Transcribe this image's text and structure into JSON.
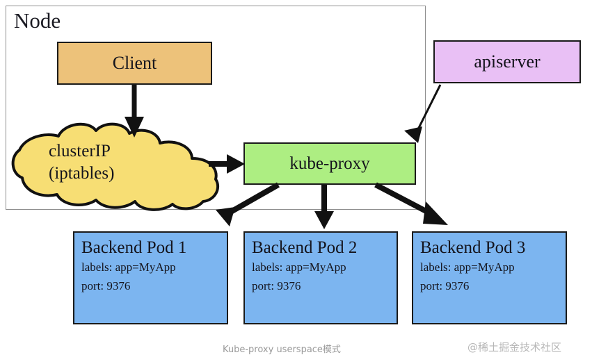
{
  "diagram": {
    "node_container": {
      "label": "Node"
    },
    "boxes": {
      "client": {
        "label": "Client",
        "color": "#edc27a"
      },
      "apiserver": {
        "label": "apiserver",
        "color": "#e9c0f5"
      },
      "kube_proxy": {
        "label": "kube-proxy",
        "color": "#adee82"
      },
      "cluster_ip": {
        "line1": "clusterIP",
        "line2": "(iptables)",
        "color": "#f7de74"
      }
    },
    "pods": [
      {
        "title": "Backend Pod 1",
        "labels_line": "labels: app=MyApp",
        "port_line": "port: 9376",
        "color": "#7cb5f0"
      },
      {
        "title": "Backend Pod 2",
        "labels_line": "labels: app=MyApp",
        "port_line": "port: 9376",
        "color": "#7cb5f0"
      },
      {
        "title": "Backend Pod 3",
        "labels_line": "labels: app=MyApp",
        "port_line": "port: 9376",
        "color": "#7cb5f0"
      }
    ],
    "edges": [
      {
        "name": "client-to-clusterip"
      },
      {
        "name": "clusterip-to-kube-proxy"
      },
      {
        "name": "apiserver-to-kube-proxy"
      },
      {
        "name": "kube-proxy-to-pod-1"
      },
      {
        "name": "kube-proxy-to-pod-2"
      },
      {
        "name": "kube-proxy-to-pod-3"
      }
    ],
    "caption": "Kube-proxy userspace模式",
    "watermark": "@稀土掘金技术社区"
  }
}
